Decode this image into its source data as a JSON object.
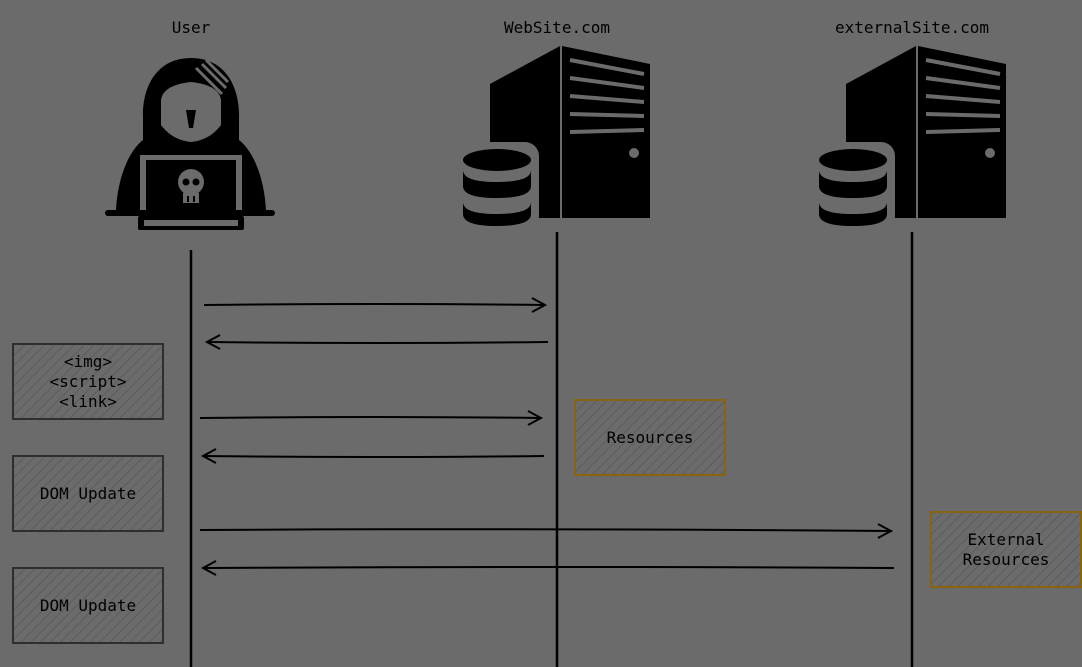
{
  "actors": [
    {
      "id": "user",
      "label": "User",
      "icon": "hacker-icon"
    },
    {
      "id": "website",
      "label": "WebSite.com",
      "icon": "server-database-icon"
    },
    {
      "id": "external",
      "label": "externalSite.com",
      "icon": "server-database-icon"
    }
  ],
  "notes": {
    "tags": "<img>\n<script>\n<link>",
    "dom_update_1": "DOM Update",
    "dom_update_2": "DOM Update",
    "resources": "Resources",
    "external_resources": "External\nResources"
  },
  "messages": [
    {
      "from": "user",
      "to": "website",
      "order": 1
    },
    {
      "from": "website",
      "to": "user",
      "order": 2
    },
    {
      "from": "user",
      "to": "website",
      "order": 3
    },
    {
      "from": "website",
      "to": "user",
      "order": 4
    },
    {
      "from": "user",
      "to": "external",
      "order": 5
    },
    {
      "from": "external",
      "to": "user",
      "order": 6
    }
  ],
  "colors": {
    "background": "#6b6b6b",
    "ink": "#000000",
    "grey_note_border": "#2e2e2e",
    "gold_note_border": "#8a6310"
  }
}
